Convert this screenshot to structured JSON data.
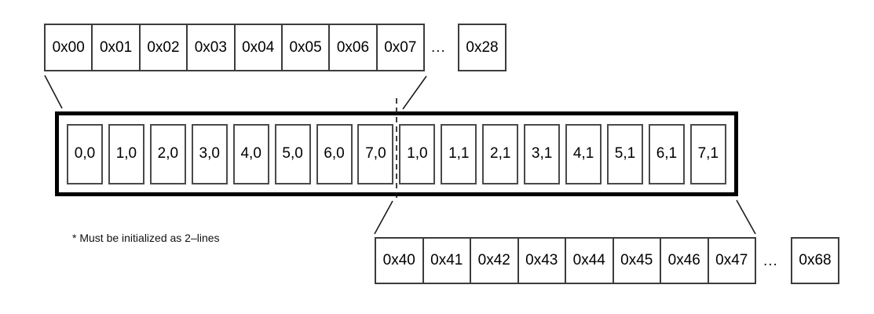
{
  "top_row": {
    "cells": [
      "0x00",
      "0x01",
      "0x02",
      "0x03",
      "0x04",
      "0x05",
      "0x06",
      "0x07"
    ],
    "ellipsis": "...",
    "extra_cell": "0x28"
  },
  "cache_line": {
    "cells": [
      "0,0",
      "1,0",
      "2,0",
      "3,0",
      "4,0",
      "5,0",
      "6,0",
      "7,0",
      "1,0",
      "1,1",
      "2,1",
      "3,1",
      "4,1",
      "5,1",
      "6,1",
      "7,1"
    ]
  },
  "bottom_row": {
    "cells": [
      "0x40",
      "0x41",
      "0x42",
      "0x43",
      "0x44",
      "0x45",
      "0x46",
      "0x47"
    ],
    "ellipsis": "...",
    "extra_cell": "0x68"
  },
  "note": "* Must be initialized as 2–lines",
  "colors": {
    "background": "#ffffff",
    "thin_border": "#3c3c3c",
    "cell_border": "#4a4a4a",
    "container_border": "#000000",
    "connector_line": "#1c1c1c"
  }
}
